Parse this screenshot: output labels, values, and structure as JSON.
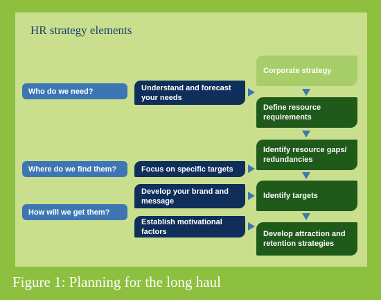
{
  "title": "HR strategy elements",
  "caption": "Figure 1: Planning for the long haul",
  "questions": [
    "Who do we need?",
    "Where do we find them?",
    "How will we get them?"
  ],
  "actions": [
    "Understand and forecast your needs",
    "Focus on specific targets",
    "Develop your brand and message",
    "Establish motivational factors"
  ],
  "steps": [
    "Corporate strategy",
    "Define resource requirements",
    "Identify resource gaps/ redundancies",
    "Identify targets",
    "Develop attraction and retention strategies"
  ],
  "colors": {
    "background": "#8dc03f",
    "panel": "#c9df8e",
    "question": "#3e76b4",
    "action": "#0f2e5a",
    "step": "#1f5a1b",
    "top_step": "#a7ce68"
  }
}
